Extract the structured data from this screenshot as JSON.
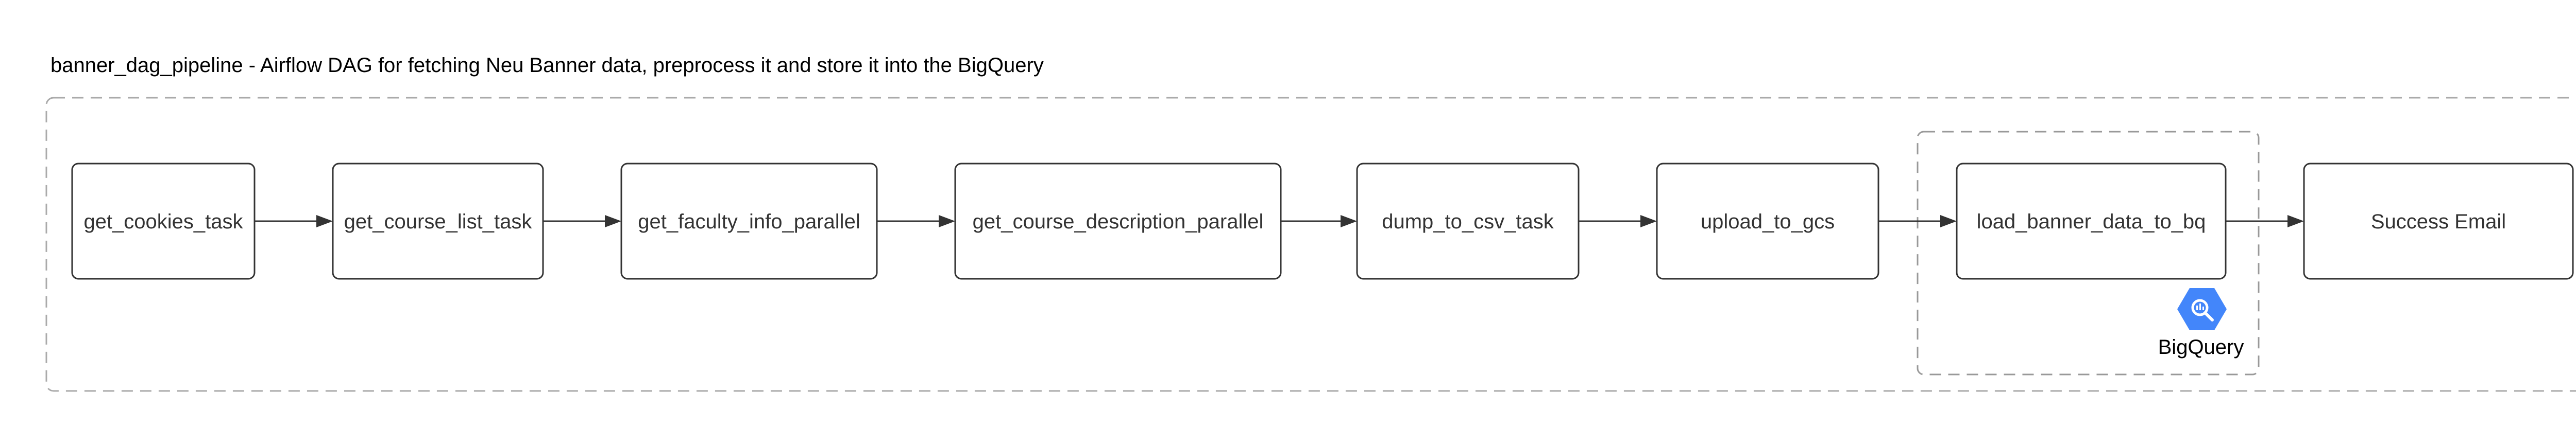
{
  "diagram": {
    "title": "banner_dag_pipeline - Airflow DAG for fetching Neu Banner data, preprocess it and store it into the BigQuery",
    "nodes": [
      {
        "id": "get_cookies_task",
        "label": "get_cookies_task"
      },
      {
        "id": "get_course_list_task",
        "label": "get_course_list_task"
      },
      {
        "id": "get_faculty_info_parallel",
        "label": "get_faculty_info_parallel"
      },
      {
        "id": "get_course_description_parallel",
        "label": "get_course_description_parallel"
      },
      {
        "id": "dump_to_csv_task",
        "label": "dump_to_csv_task"
      },
      {
        "id": "upload_to_gcs",
        "label": "upload_to_gcs"
      },
      {
        "id": "load_banner_data_to_bq",
        "label": "load_banner_data_to_bq"
      },
      {
        "id": "success_email",
        "label": "Success Email"
      }
    ],
    "edges": [
      {
        "from": "get_cookies_task",
        "to": "get_course_list_task"
      },
      {
        "from": "get_course_list_task",
        "to": "get_faculty_info_parallel"
      },
      {
        "from": "get_faculty_info_parallel",
        "to": "get_course_description_parallel"
      },
      {
        "from": "get_course_description_parallel",
        "to": "dump_to_csv_task"
      },
      {
        "from": "dump_to_csv_task",
        "to": "upload_to_gcs"
      },
      {
        "from": "upload_to_gcs",
        "to": "load_banner_data_to_bq"
      },
      {
        "from": "load_banner_data_to_bq",
        "to": "success_email"
      }
    ],
    "bigquery_group": {
      "label": "BigQuery",
      "icon": "bigquery-icon",
      "icon_color": "#4386fa"
    },
    "colors": {
      "node_border": "#333333",
      "dashed_border": "#aaaaaa",
      "arrow": "#333333"
    }
  }
}
